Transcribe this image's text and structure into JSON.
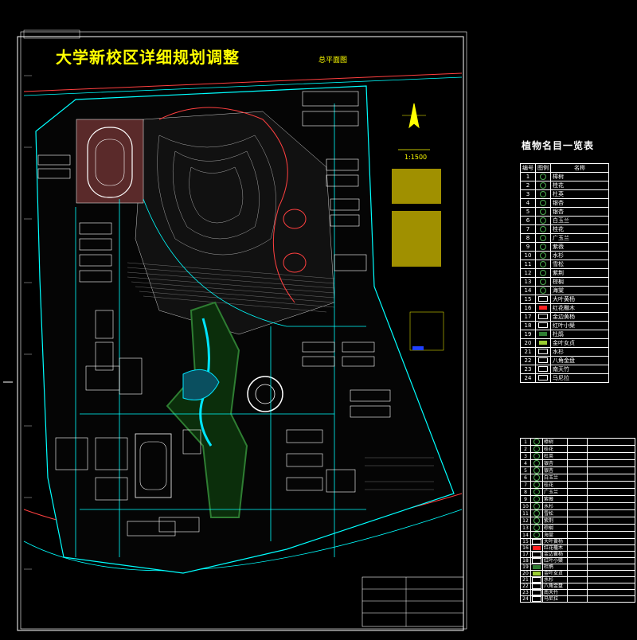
{
  "drawing": {
    "title": "大学新校区详细规划调整",
    "subtitle": "总平面图",
    "scale": "1:1500"
  },
  "plant_table": {
    "title": "植物名目一览表",
    "headers": [
      "编号",
      "图例",
      "名称"
    ],
    "rows": [
      {
        "no": "1",
        "name": "樟树"
      },
      {
        "no": "2",
        "name": "桂花"
      },
      {
        "no": "3",
        "name": "杜英"
      },
      {
        "no": "4",
        "name": "银杏"
      },
      {
        "no": "5",
        "name": "银杏"
      },
      {
        "no": "6",
        "name": "白玉兰"
      },
      {
        "no": "7",
        "name": "桂花"
      },
      {
        "no": "8",
        "name": "广玉兰"
      },
      {
        "no": "9",
        "name": "紫薇"
      },
      {
        "no": "10",
        "name": "水杉"
      },
      {
        "no": "11",
        "name": "雪松"
      },
      {
        "no": "12",
        "name": "紫荆"
      },
      {
        "no": "13",
        "name": "棕榈"
      },
      {
        "no": "14",
        "name": "海棠"
      },
      {
        "no": "15",
        "name": "大叶黄杨"
      },
      {
        "no": "16",
        "name": "红花檵木"
      },
      {
        "no": "17",
        "name": "金边黄杨"
      },
      {
        "no": "18",
        "name": "红叶小檗"
      },
      {
        "no": "19",
        "name": "杜鹃"
      },
      {
        "no": "20",
        "name": "金叶女贞"
      },
      {
        "no": "21",
        "name": "水杉"
      },
      {
        "no": "22",
        "name": "八角金盘"
      },
      {
        "no": "23",
        "name": "南天竹"
      },
      {
        "no": "24",
        "name": "马尼拉"
      }
    ]
  },
  "colors": {
    "background": "#000000",
    "road": "#00ffff",
    "building": "#ffffff",
    "title": "#ffff00",
    "boundary": "#ff4040",
    "vegetation": "#2e7d32",
    "track": "#8b3a3a",
    "water": "#00e5ff"
  }
}
